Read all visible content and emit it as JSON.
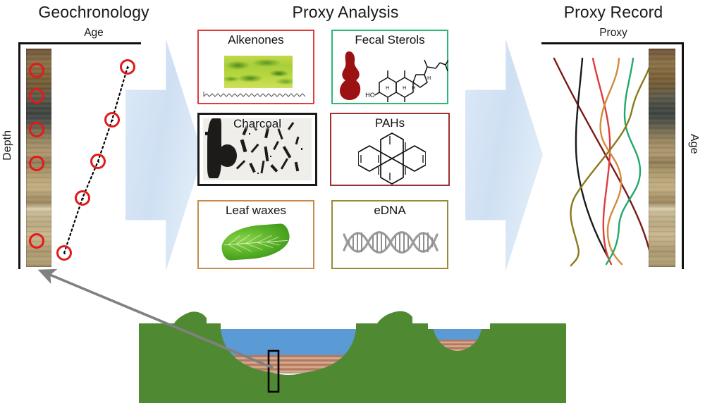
{
  "sections": {
    "geochronology": {
      "title": "Geochronology",
      "x_axis_label": "Age",
      "y_axis_label": "Depth",
      "core_name": "sediment-core-photo",
      "n_dating_samples": 5
    },
    "proxy_analysis": {
      "title": "Proxy Analysis",
      "boxes": [
        {
          "label": "Alkenones",
          "color": "#e03c3c",
          "art": "algae-micrograph-and-alkenone-chain"
        },
        {
          "label": "Fecal Sterols",
          "color": "#2eb878",
          "art": "feces-icon-and-cholesterol-structure"
        },
        {
          "label": "Charcoal",
          "color": "#1a1a1a",
          "art": "charcoal-fragments-micrograph"
        },
        {
          "label": "PAHs",
          "color": "#a03030",
          "art": "pyrene-structure"
        },
        {
          "label": "Leaf waxes",
          "color": "#c98a4b",
          "art": "green-leaf"
        },
        {
          "label": "eDNA",
          "color": "#9a8b38",
          "art": "dna-double-helix"
        }
      ]
    },
    "proxy_record": {
      "title": "Proxy Record",
      "x_axis_label": "Proxy",
      "y_axis_label": "Age",
      "core_name": "sediment-core-photo"
    }
  },
  "flow_arrows": [
    {
      "name": "arrow-geochronology-to-proxy-analysis",
      "direction": "right"
    },
    {
      "name": "arrow-proxy-analysis-to-proxy-record",
      "direction": "right"
    }
  ],
  "landscape": {
    "name": "lake-catchment-cross-section",
    "ground_color": "#4f8a32",
    "water_color": "#5b9bd5",
    "sediment_color": "#b5785a",
    "core_tube_label": "core-tube-location",
    "pointer_label": "core-extraction-pointer"
  },
  "chart_data": [
    {
      "type": "scatter",
      "name": "age-depth-model",
      "title": "Geochronology",
      "xlabel": "Age",
      "ylabel": "Depth",
      "x": [
        92,
        77,
        63,
        50,
        18
      ],
      "y": [
        12,
        27,
        49,
        68,
        93
      ],
      "marker": "red-open-circle",
      "line": "dotted-black",
      "grid": false,
      "xlim": [
        0,
        100
      ],
      "ylim": [
        0,
        100
      ]
    },
    {
      "type": "line",
      "name": "proxy-record-curves",
      "title": "Proxy Record",
      "xlabel": "Proxy",
      "ylabel": "Age",
      "grid": false,
      "legend": "none",
      "series": [
        {
          "name": "Alkenones",
          "color": "#e03c3c"
        },
        {
          "name": "Fecal Sterols",
          "color": "#2eb878"
        },
        {
          "name": "Charcoal",
          "color": "#1a1a1a"
        },
        {
          "name": "PAHs",
          "color": "#a03030"
        },
        {
          "name": "Leaf waxes",
          "color": "#c98a4b"
        },
        {
          "name": "eDNA",
          "color": "#9a8b38"
        }
      ]
    }
  ]
}
